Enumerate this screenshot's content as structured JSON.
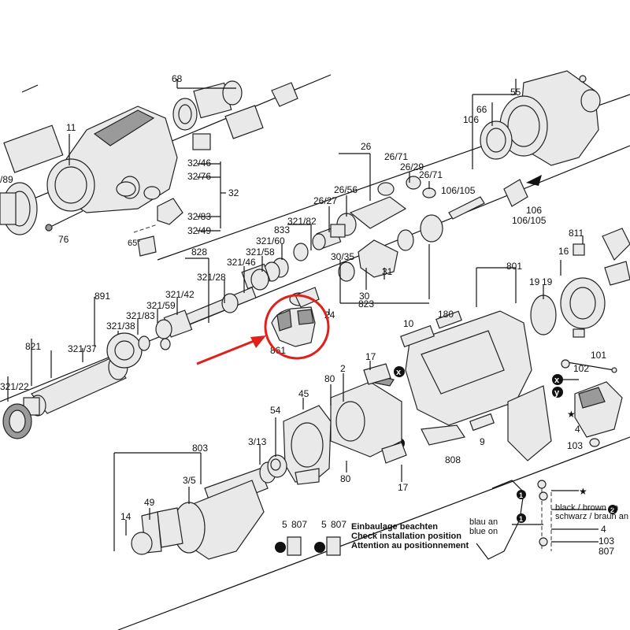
{
  "labels": {
    "p11": "11",
    "p89": "/89",
    "p68": "68",
    "p32_46": "32/46",
    "p32_76": "32/76",
    "p32": "32",
    "p32_83": "32/83",
    "p32_49": "32/49",
    "p65": "65°",
    "p76": "76",
    "p26": "26",
    "p26_71a": "26/71",
    "p26_29": "26/29",
    "p26_71b": "26/71",
    "p26_27": "26/27",
    "p26_56": "26/56",
    "p321_82": "321/82",
    "p833": "833",
    "p321_60": "321/60",
    "p828": "828",
    "p321_58": "321/58",
    "p321_46": "321/46",
    "p321_28": "321/28",
    "p30_35": "30/35",
    "p31": "31",
    "p30": "30",
    "p891": "891",
    "p321_42": "321/42",
    "p321_59": "321/59",
    "p321_83": "321/83",
    "p321_38": "321/38",
    "p823": "823",
    "p24": "24",
    "p861": "861",
    "p821": "821",
    "p321_37": "321/37",
    "p321_22": "321/22",
    "p55": "55",
    "p66": "66",
    "p106a": "106",
    "p106_105a": "106/105",
    "p106b": "106",
    "p106_105b": "106/105",
    "p811": "811",
    "p801": "801",
    "p16": "16",
    "p19a": "19",
    "p19b": "19",
    "p10": "10",
    "p180": "180",
    "p17a": "17",
    "p2": "2",
    "p80a": "80",
    "p45": "45",
    "p54": "54",
    "p3_13": "3/13",
    "p803": "803",
    "p3_5": "3/5",
    "p49": "49",
    "p14": "14",
    "p80b": "80",
    "p17b": "17",
    "p9": "9",
    "p808": "808",
    "p101": "101",
    "p102": "102",
    "p4a": "4",
    "p103a": "103",
    "p5a": "5",
    "p807a": "807",
    "p5b": "5",
    "p807b": "807"
  },
  "install_note": {
    "de": "Einbaulage beachten",
    "en": "Check installation position",
    "fr": "Attention au positionnement"
  },
  "wiring_inset": {
    "black_brown_on": "black / brown on",
    "schwarz_braun_an": "schwarz / braun an",
    "blau_an": "blau an",
    "blue_on": "blue on",
    "p4": "4",
    "p103": "103",
    "p807": "807"
  },
  "markers": {
    "x": "x",
    "y": "y",
    "one": "1",
    "two": "2",
    "star": "★"
  },
  "highlight_color": "#e0201b"
}
